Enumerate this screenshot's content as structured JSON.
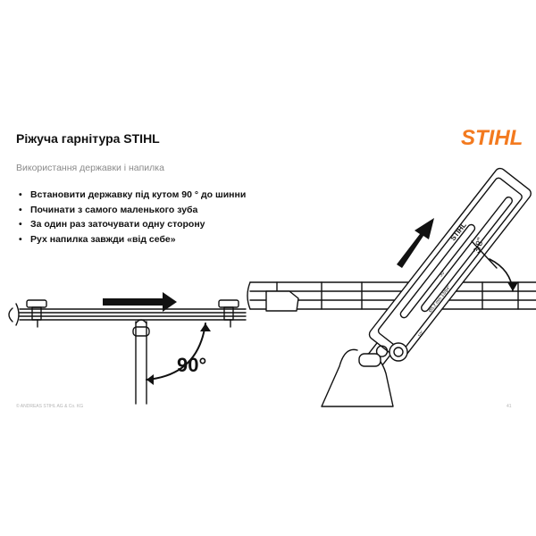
{
  "header": {
    "title": "Ріжуча гарнітура STIHL",
    "logo_text": "STIHL",
    "brand_color": "#f37a1f"
  },
  "subtitle": "Використання державки і напилка",
  "bullets": [
    "Встановити державку під кутом 90 ° до шинни",
    "Починати з самого маленького зуба",
    "За один раз заточувати одну сторону",
    "Рух напилка завжди «від себе»"
  ],
  "illustration_left": {
    "angle_label": "90°"
  },
  "illustration_right": {
    "pitch_label": "3/8\"",
    "file_size_label": "Ø5.2 mm 13/64\"",
    "angle_30_label": "30°",
    "angle_10_label": "10°",
    "brand_text": "STIHL"
  },
  "footer": {
    "copyright": "© ANDREAS STIHL AG & Co. KG",
    "page_number": "41"
  }
}
